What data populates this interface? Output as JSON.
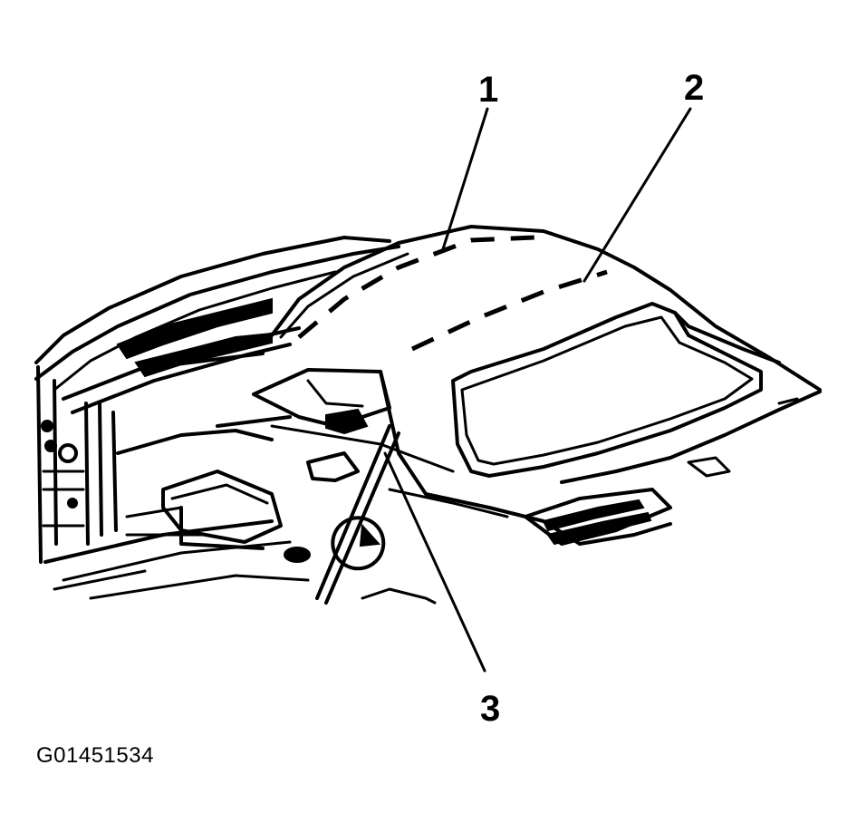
{
  "callouts": [
    {
      "number": "1"
    },
    {
      "number": "2"
    },
    {
      "number": "3"
    }
  ],
  "figure_id": "G01451534"
}
